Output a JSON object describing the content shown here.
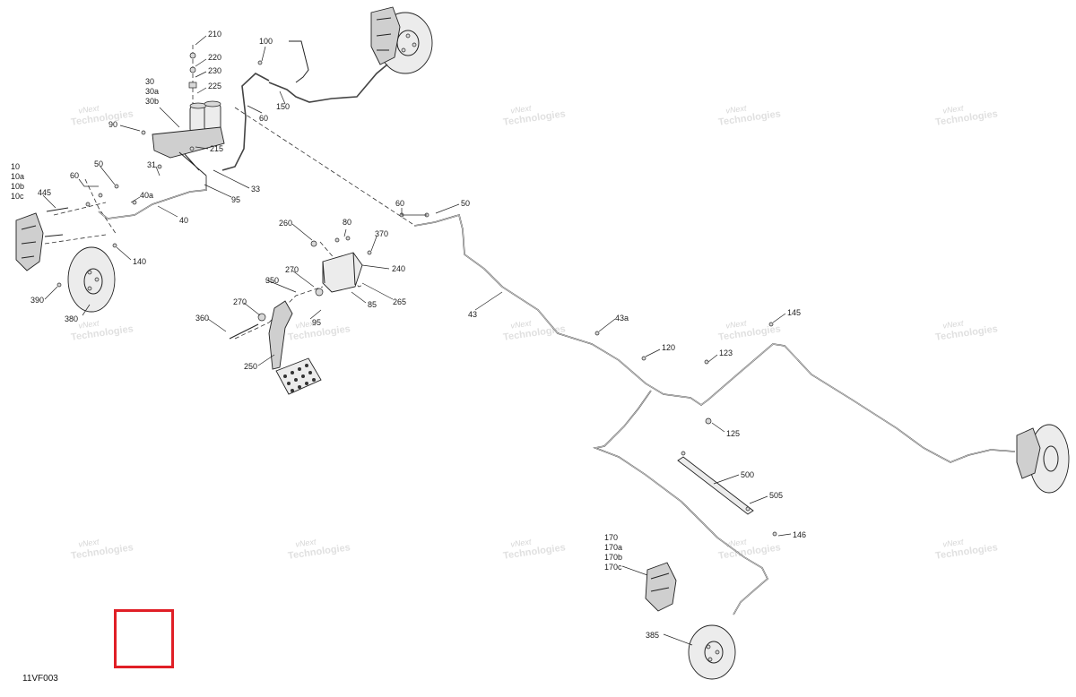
{
  "figure_ref": "11VF003",
  "watermark": {
    "line1": "vNext",
    "line2": "Technologies",
    "alt": "vNext Technologies"
  },
  "callouts": [
    "210",
    "220",
    "230",
    "225",
    "100",
    "30",
    "30a",
    "30b",
    "90",
    "150",
    "60",
    "215",
    "31",
    "33",
    "95",
    "10",
    "10a",
    "10b",
    "10c",
    "445",
    "60",
    "50",
    "40a",
    "40",
    "140",
    "390",
    "380",
    "260",
    "80",
    "370",
    "240",
    "270",
    "350",
    "85",
    "265",
    "360",
    "270",
    "95",
    "250",
    "60",
    "50",
    "43",
    "43a",
    "120",
    "123",
    "125",
    "145",
    "500",
    "505",
    "146",
    "170",
    "170a",
    "170b",
    "170c",
    "385"
  ],
  "colors": {
    "highlight_box": "#e01f26",
    "line": "#222222",
    "watermark": "#c9c9c9"
  }
}
